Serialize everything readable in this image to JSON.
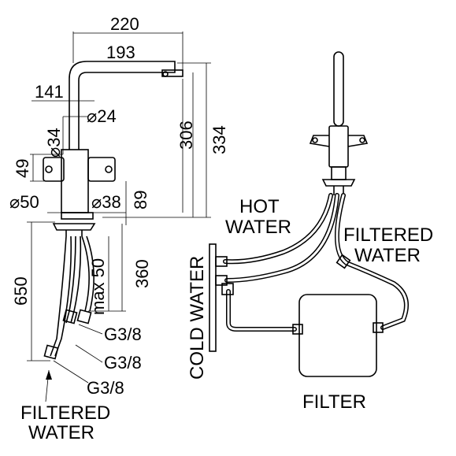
{
  "dimensions": {
    "d220": "220",
    "d193": "193",
    "d141": "141",
    "d24": "⌀24",
    "d34": "⌀34",
    "d306": "306",
    "d334": "334",
    "d49": "49",
    "d50": "⌀50",
    "d38": "⌀38",
    "d89": "89",
    "d650": "650",
    "dmax50": "max 50",
    "d360": "360",
    "g1": "G3/8",
    "g2": "G3/8",
    "g3": "G3/8"
  },
  "labels": {
    "hot_line1": "HOT",
    "hot_line2": "WATER",
    "filtered_right_line1": "FILTERED",
    "filtered_right_line2": "WATER",
    "cold": "COLD WATER",
    "filter": "FILTER",
    "filtered_left_line1": "FILTERED",
    "filtered_left_line2": "WATER"
  }
}
